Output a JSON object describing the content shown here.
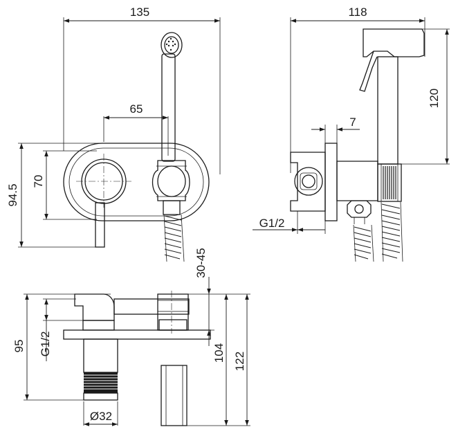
{
  "dimensions": {
    "front_width": "135",
    "side_width": "118",
    "handle_offset": "65",
    "height_outer": "94.5",
    "height_inner": "70",
    "side_height": "120",
    "side_gap": "7",
    "side_thread": "G1/2",
    "top_range": "30-45",
    "top_height_a": "95",
    "top_thread": "G1/2",
    "top_height_b": "104",
    "top_height_c": "122",
    "top_diameter": "Ø32"
  }
}
